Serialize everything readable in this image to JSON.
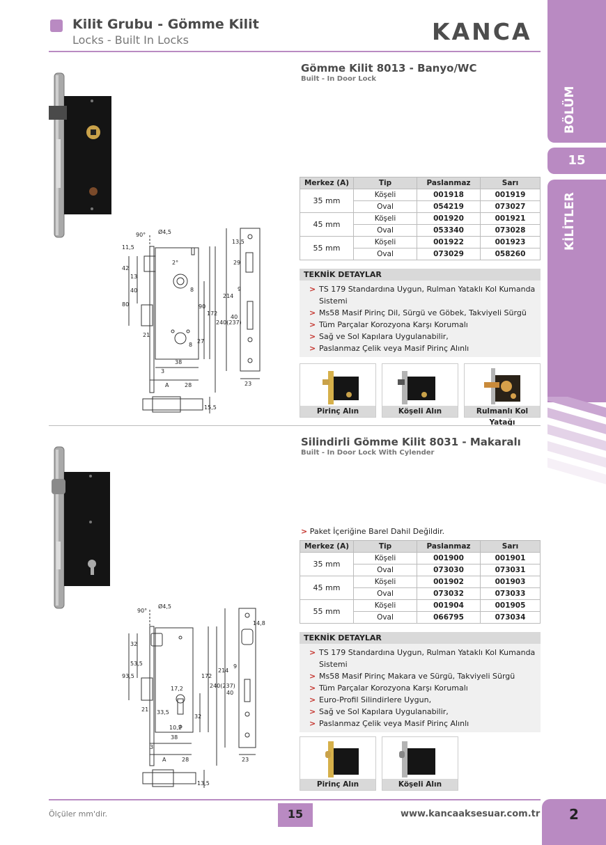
{
  "header": {
    "title": "Kilit Grubu - Gömme Kilit",
    "subtitle": "Locks - Built In Locks",
    "brand": "KANCA"
  },
  "side": {
    "label_top": "BÖLÜM",
    "number": "15",
    "label_bottom": "KİLİTLER"
  },
  "sections": [
    {
      "title": "Gömme Kilit 8013 - Banyo/WC",
      "subtitle": "Built - In Door Lock",
      "table": {
        "headers": [
          "Merkez (A)",
          "Tip",
          "Paslanmaz",
          "Sarı"
        ],
        "groups": [
          {
            "merkez": "35 mm",
            "rows": [
              [
                "Köşeli",
                "001918",
                "001919"
              ],
              [
                "Oval",
                "054219",
                "073027"
              ]
            ]
          },
          {
            "merkez": "45 mm",
            "rows": [
              [
                "Köşeli",
                "001920",
                "001921"
              ],
              [
                "Oval",
                "053340",
                "073028"
              ]
            ]
          },
          {
            "merkez": "55 mm",
            "rows": [
              [
                "Köşeli",
                "001922",
                "001923"
              ],
              [
                "Oval",
                "073029",
                "058260"
              ]
            ]
          }
        ]
      },
      "tech_title": "TEKNİK DETAYLAR",
      "tech": [
        "TS 179 Standardına Uygun, Rulman Yataklı Kol Kumanda Sistemi",
        "Ms58 Masif Pirinç Dil, Sürgü ve Göbek, Takviyeli Sürgü",
        "Tüm Parçalar Korozyona Karşı Korumalı",
        "Sağ ve Sol Kapılara Uygulanabilir,",
        "Paslanmaz Çelik veya Masif Pirinç Alınlı"
      ],
      "photos": [
        "Pirinç Alın",
        "Köşeli Alın",
        "Rulmanlı Kol Yatağı"
      ],
      "dims": {
        "top": [
          "90°",
          "Ø4,5",
          "11,5",
          "2°",
          "8",
          "13,5",
          "29",
          "9"
        ],
        "left": [
          "42",
          "13",
          "40",
          "80",
          "21"
        ],
        "right": [
          "90",
          "172",
          "240(237)",
          "214",
          "27",
          "8",
          "40"
        ],
        "bottom": [
          "38",
          "3",
          "A",
          "28",
          "23",
          "15,5"
        ]
      }
    },
    {
      "title": "Silindirli Gömme Kilit 8031 - Makaralı",
      "subtitle": "Built - In Door Lock With Cylender",
      "note": "Paket İçeriğine Barel Dahil Değildir.",
      "table": {
        "headers": [
          "Merkez (A)",
          "Tip",
          "Paslanmaz",
          "Sarı"
        ],
        "groups": [
          {
            "merkez": "35 mm",
            "rows": [
              [
                "Köşeli",
                "001900",
                "001901"
              ],
              [
                "Oval",
                "073030",
                "073031"
              ]
            ]
          },
          {
            "merkez": "45 mm",
            "rows": [
              [
                "Köşeli",
                "001902",
                "001903"
              ],
              [
                "Oval",
                "073032",
                "073033"
              ]
            ]
          },
          {
            "merkez": "55 mm",
            "rows": [
              [
                "Köşeli",
                "001904",
                "001905"
              ],
              [
                "Oval",
                "066795",
                "073034"
              ]
            ]
          }
        ]
      },
      "tech_title": "TEKNİK DETAYLAR",
      "tech": [
        "TS 179 Standardına Uygun, Rulman Yataklı Kol Kumanda Sistemi",
        "Ms58 Masif Pirinç Makara ve Sürgü, Takviyeli Sürgü",
        "Tüm Parçalar Korozyona Karşı Korumalı",
        "Euro-Profil Silindirlere Uygun,",
        "Sağ ve Sol Kapılara Uygulanabilir,",
        "Paslanmaz Çelik veya Masif Pirinç Alınlı"
      ],
      "photos": [
        "Pirinç Alın",
        "Köşeli Alın"
      ],
      "dims": {
        "top": [
          "90°",
          "Ø4,5",
          "14,8",
          "9"
        ],
        "left": [
          "32",
          "53,5",
          "93,5",
          "21",
          "33,5"
        ],
        "right": [
          "17,2",
          "32",
          "172",
          "240(237)",
          "214",
          "40"
        ],
        "bottom": [
          "10,2",
          "38",
          "3",
          "A",
          "28",
          "23",
          "13,5"
        ]
      }
    }
  ],
  "footer": {
    "note": "Ölçüler mm'dir.",
    "page_center": "15",
    "url": "www.kancaaksesuar.com.tr",
    "page": "2"
  },
  "colors": {
    "accent": "#b98ac2",
    "arrow": "#c4322b",
    "table_head": "#d9d9d9"
  }
}
